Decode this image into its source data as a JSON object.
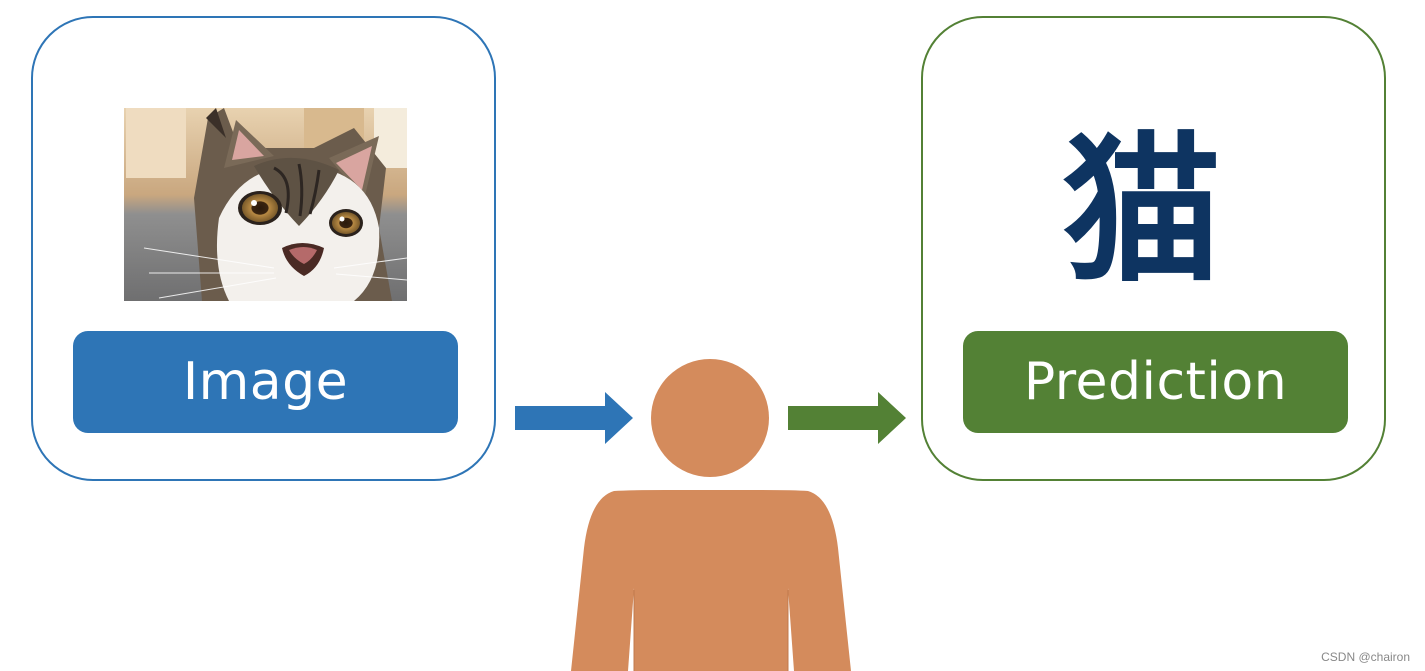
{
  "input_panel": {
    "label": "Image",
    "border_color": "#2e75b6",
    "image_content": "cat-photo"
  },
  "output_panel": {
    "label": "Prediction",
    "border_color": "#538135",
    "prediction_glyph": "猫"
  },
  "arrows": {
    "input_arrow_color": "#2e75b6",
    "output_arrow_color": "#538135"
  },
  "person": {
    "icon": "person-icon",
    "color": "#d48b5c"
  },
  "watermark": "CSDN @chairon"
}
